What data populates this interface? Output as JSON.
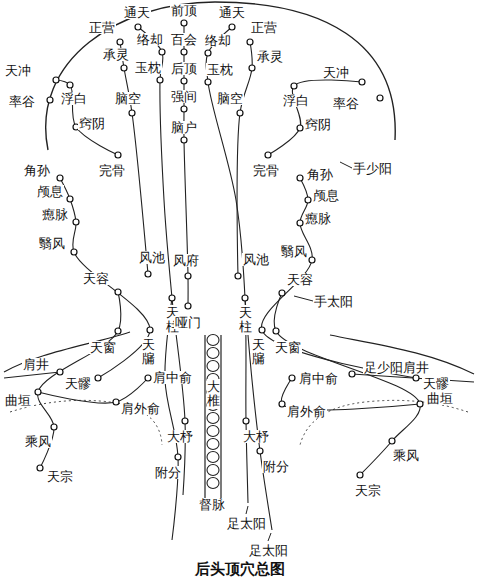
{
  "diagram": {
    "caption": "后头顶穴总图",
    "labels": [
      "前顶",
      "通天",
      "通天",
      "正营",
      "正营",
      "络却",
      "百会",
      "络却",
      "承灵",
      "承灵",
      "天冲",
      "玉枕",
      "后顶",
      "玉枕",
      "天冲",
      "率谷",
      "浮白",
      "强间",
      "脑空",
      "浮白",
      "率谷",
      "脑空",
      "窍阴",
      "窍阴",
      "脑户",
      "手少阳",
      "角孙",
      "完骨",
      "完骨",
      "角孙",
      "颅息",
      "颅息",
      "瘛脉",
      "瘛脉",
      "翳风",
      "风池",
      "风府",
      "风池",
      "翳风",
      "天容",
      "天容",
      "手太阳",
      "天柱",
      "哑门",
      "天柱",
      "天窗",
      "天牖",
      "天窗",
      "天牖",
      "肩井",
      "足少阳肩井",
      "天髎",
      "肩中俞",
      "大椎",
      "天髎",
      "肩中俞",
      "曲垣",
      "曲垣",
      "肩外俞",
      "肩外俞",
      "大杼",
      "大杼",
      "乘风",
      "乘风",
      "附分",
      "附分",
      "天宗",
      "天宗",
      "督脉",
      "足太阳",
      "足太阳"
    ]
  }
}
